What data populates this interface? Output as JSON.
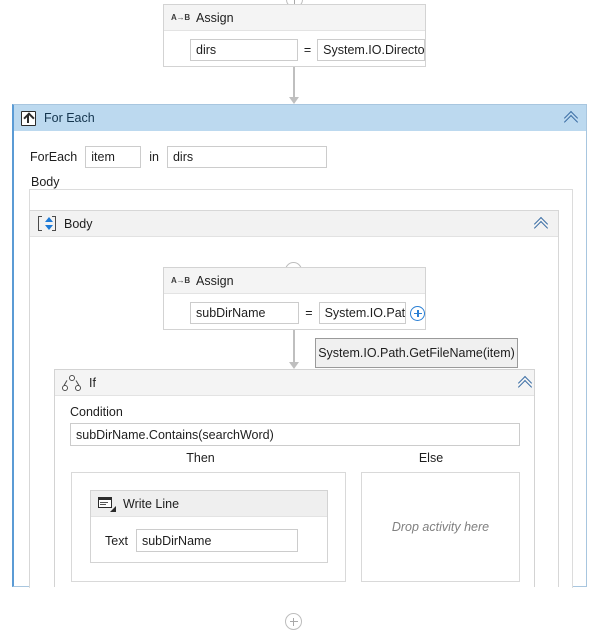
{
  "canvas": {
    "background": "#ffffff",
    "accent_blue": "#5b9bd5",
    "header_blue": "#bcd9ef"
  },
  "top_connector": {
    "icon": "plus-circle-icon"
  },
  "assign_outer": {
    "icon": "assign-icon",
    "icon_label": "A→B",
    "title": "Assign",
    "to_value": "dirs",
    "equals": "=",
    "value": "System.IO.Director"
  },
  "foreach": {
    "icon": "foreach-icon",
    "title": "For Each",
    "collapse_icon": "chevron-double-up-icon",
    "prefix_label": "ForEach",
    "item_value": "item",
    "in_label": "in",
    "collection_value": "dirs",
    "body_label": "Body"
  },
  "sequence": {
    "icon": "sequence-icon",
    "title": "Body",
    "collapse_icon": "chevron-double-up-icon",
    "add_icon": "plus-circle-icon"
  },
  "assign_inner": {
    "icon": "assign-icon",
    "icon_label": "A→B",
    "title": "Assign",
    "to_value": "subDirName",
    "equals": "=",
    "value": "System.IO.Path",
    "expression_editor_icon": "plus-circle-blue-icon"
  },
  "tooltip": {
    "text": "System.IO.Path.GetFileName(item)"
  },
  "if_activity": {
    "icon": "if-decision-icon",
    "title": "If",
    "collapse_icon": "chevron-double-up-icon",
    "condition_label": "Condition",
    "condition_value": "subDirName.Contains(searchWord)",
    "then_label": "Then",
    "else_label": "Else"
  },
  "write_line": {
    "icon": "write-line-icon",
    "title": "Write Line",
    "text_label": "Text",
    "text_value": "subDirName"
  },
  "else_branch": {
    "placeholder": "Drop activity here"
  },
  "bottom_connector": {
    "icon": "plus-circle-icon"
  }
}
